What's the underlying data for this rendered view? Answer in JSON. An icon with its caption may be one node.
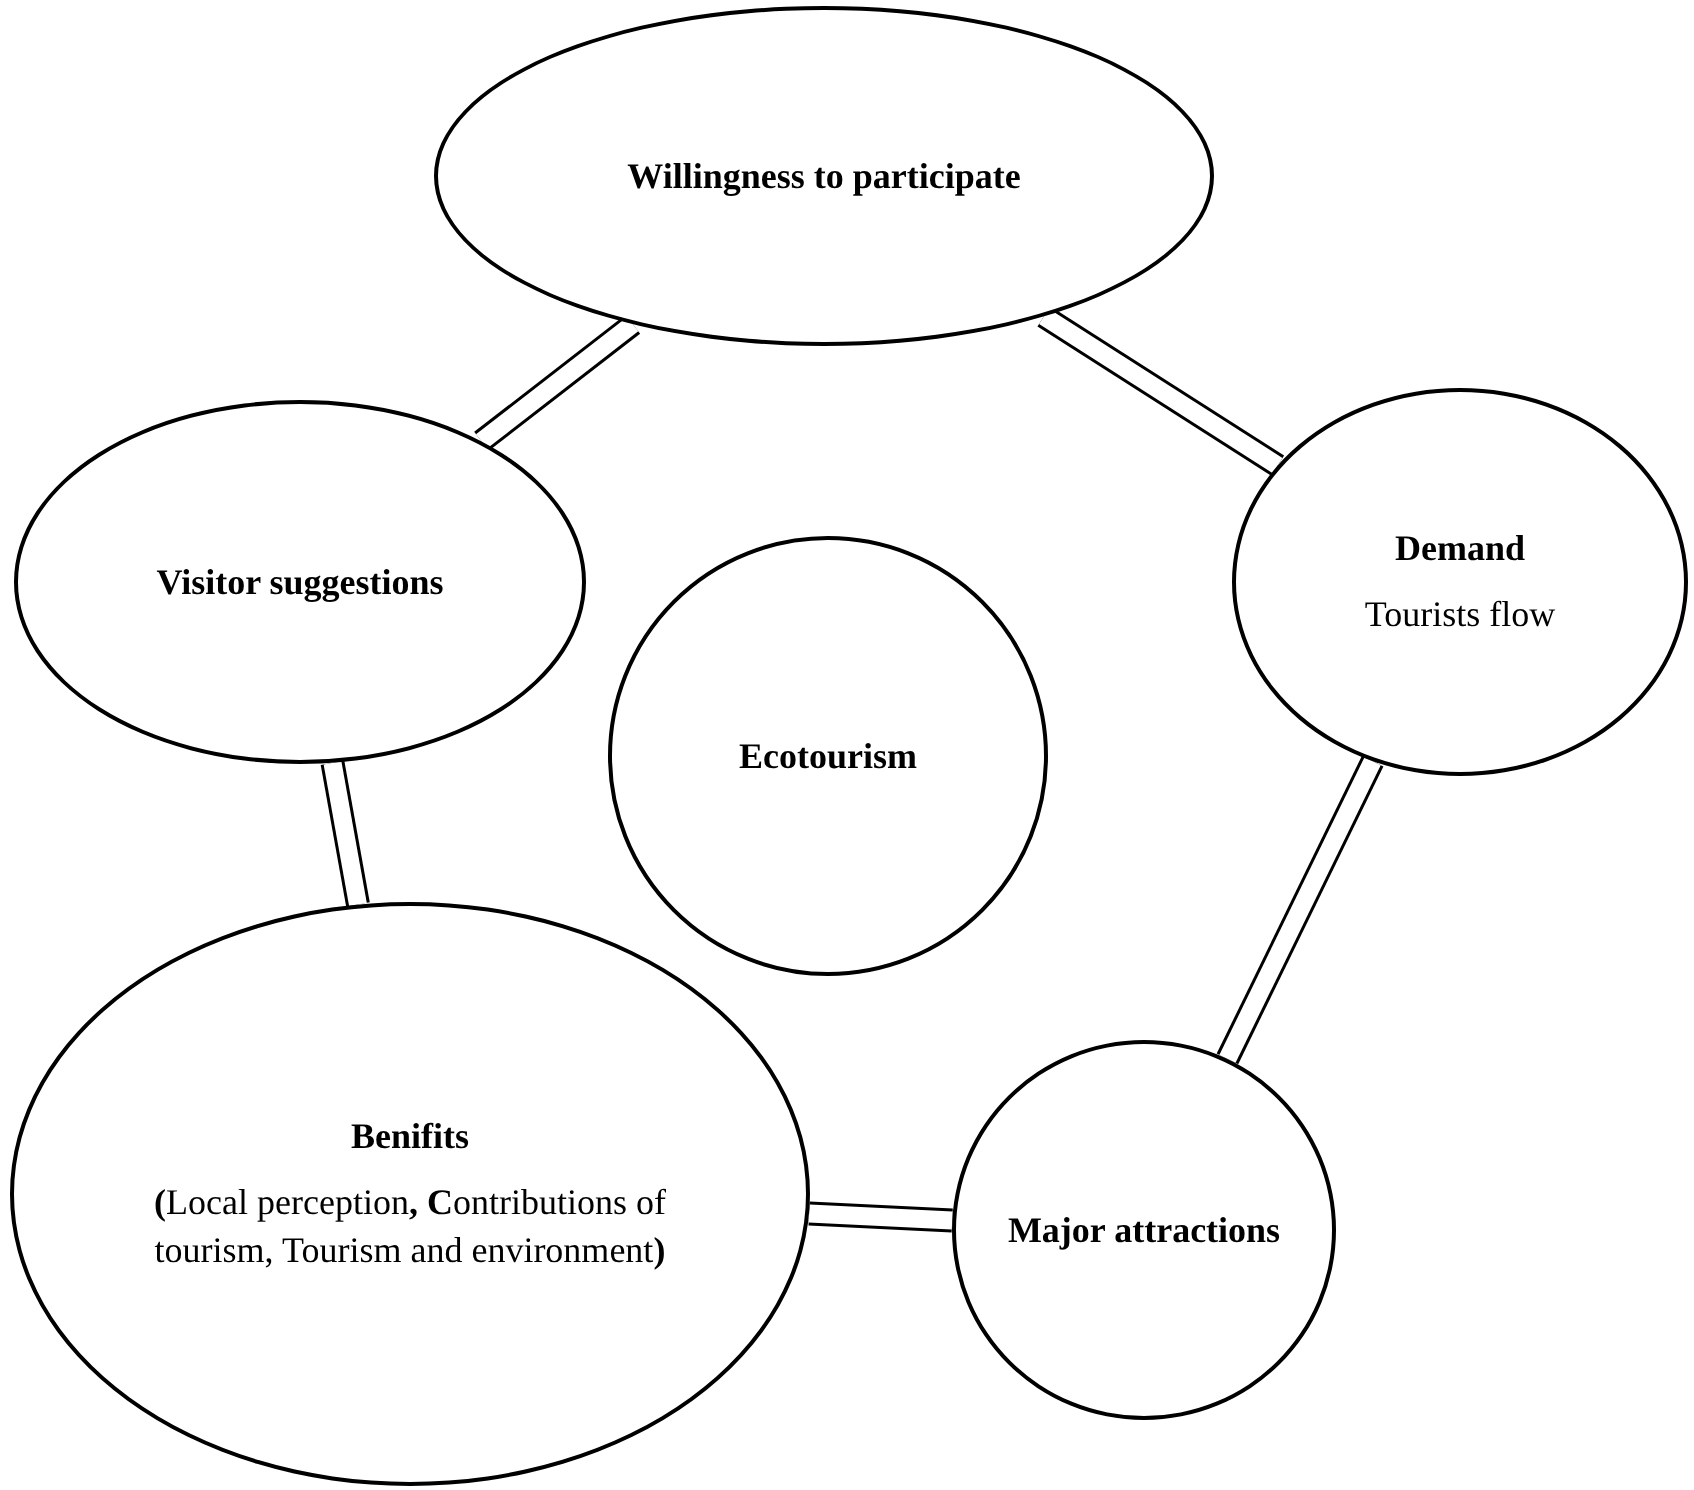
{
  "diagram": {
    "nodes": [
      {
        "text": [
          "Willingness to participate"
        ]
      },
      {
        "text": [
          "Visitor suggestions"
        ]
      },
      {
        "text": [
          "Demand",
          "Tourists flow"
        ]
      },
      {
        "text": [
          "Ecotourism"
        ]
      },
      {
        "text": [
          "Benifits",
          "**(**Local perception**,** **C**ontributions of tourism, Tourism and environment**)**"
        ]
      },
      {
        "text": [
          "Major attractions"
        ]
      }
    ],
    "edges": [
      {
        "from": 0,
        "to": 1,
        "arrow": "none"
      },
      {
        "from": 0,
        "to": 2,
        "arrow": "none"
      },
      {
        "from": 2,
        "to": 5,
        "arrow": "none"
      },
      {
        "from": 5,
        "to": 4,
        "arrow": "none"
      },
      {
        "from": 4,
        "to": 1,
        "arrow": "none"
      }
    ]
  }
}
